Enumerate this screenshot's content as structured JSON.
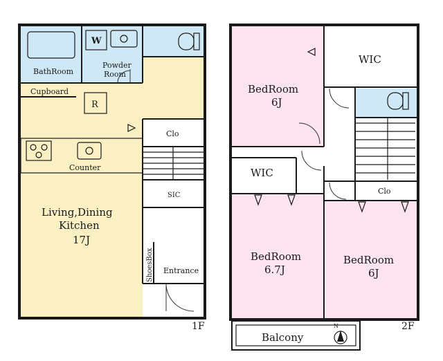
{
  "floors": {
    "first": {
      "label": "1F",
      "rooms": {
        "bathroom": "BathRoom",
        "washer": "W",
        "powder_line1": "Powder",
        "powder_line2": "Room",
        "cupboard": "Cupboard",
        "refrigerator": "R",
        "closet": "Clo",
        "counter": "Counter",
        "sic": "SIC",
        "ldk_line1": "Living,Dining",
        "ldk_line2": "Kitchen",
        "ldk_size": "17J",
        "shoes_box": "ShoesBox",
        "entrance": "Entrance"
      }
    },
    "second": {
      "label": "2F",
      "rooms": {
        "bedroom_top": "BedRoom",
        "bedroom_top_size": "6J",
        "wic_top": "WIC",
        "wic_mid": "WIC",
        "closet": "Clo",
        "bedroom_left": "BedRoom",
        "bedroom_left_size": "6.7J",
        "bedroom_right": "BedRoom",
        "bedroom_right_size": "6J",
        "balcony": "Balcony",
        "north": "N"
      }
    }
  },
  "colors": {
    "wet_area": "#cfe8f5",
    "ldk": "#fbf0c4",
    "bedroom": "#fbe4ef",
    "wall": "#1a1a1a"
  }
}
